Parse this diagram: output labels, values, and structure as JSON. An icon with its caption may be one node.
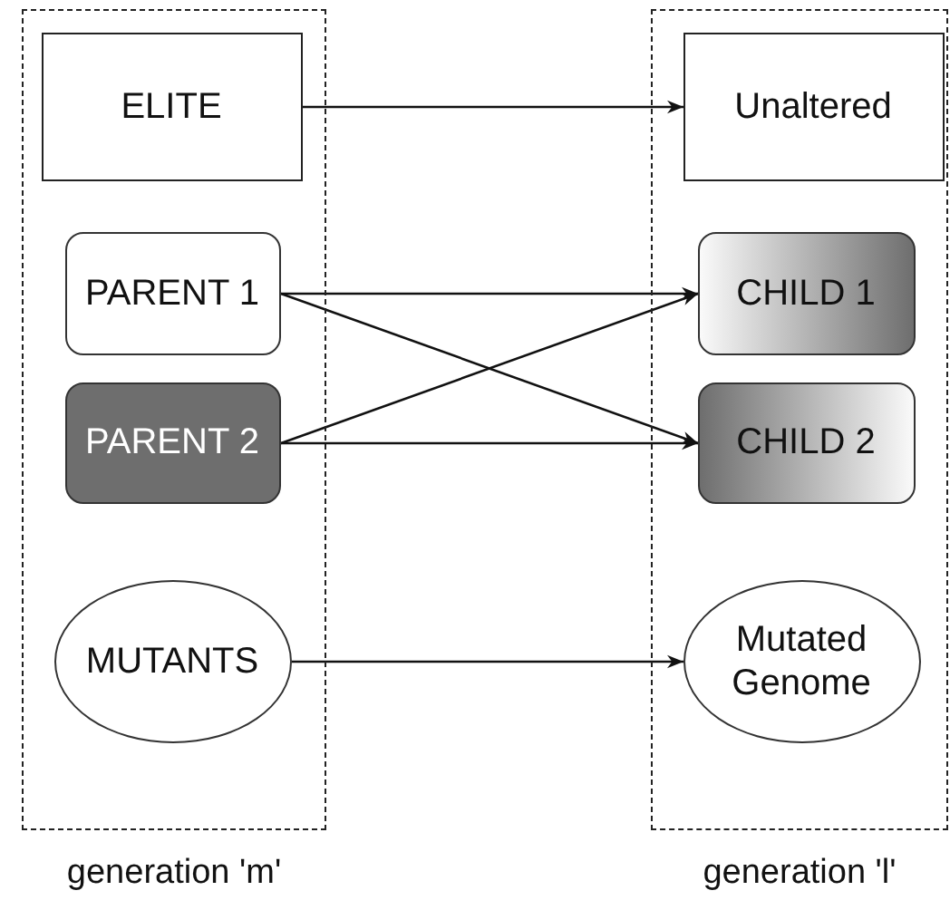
{
  "diagram": {
    "nodes": [
      {
        "text": [
          "generation 'm'"
        ]
      },
      {
        "text": [
          "ELITE"
        ],
        "in": 0
      },
      {
        "text": [
          "PARENT 1"
        ],
        "in": 0
      },
      {
        "text": [
          "PARENT 2"
        ],
        "in": 0
      },
      {
        "text": [
          "MUTANTS"
        ],
        "in": 0
      },
      {
        "text": [
          "generation 'l'"
        ]
      },
      {
        "text": [
          "Unaltered"
        ],
        "in": 5
      },
      {
        "text": [
          "CHILD 1"
        ],
        "in": 5
      },
      {
        "text": [
          "CHILD 2"
        ],
        "in": 5
      },
      {
        "text": [
          "Mutated Genome"
        ],
        "in": 5
      }
    ],
    "edges": [
      {
        "from": 1,
        "to": 6,
        "arrow": "to"
      },
      {
        "from": 2,
        "to": 7,
        "arrow": "to"
      },
      {
        "from": 2,
        "to": 8,
        "arrow": "to"
      },
      {
        "from": 3,
        "to": 7,
        "arrow": "to"
      },
      {
        "from": 3,
        "to": 8,
        "arrow": "to"
      },
      {
        "from": 4,
        "to": 9,
        "arrow": "to"
      }
    ]
  }
}
